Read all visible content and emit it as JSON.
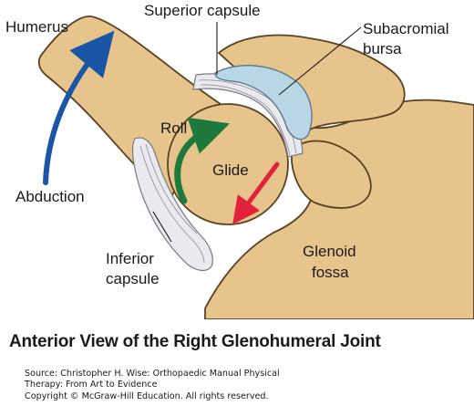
{
  "labels": {
    "humerus": "Humerus",
    "superior_capsule": "Superior capsule",
    "subacromial_bursa_line1": "Subacromial",
    "subacromial_bursa_line2": "bursa",
    "roll": "Roll",
    "glide": "Glide",
    "abduction": "Abduction",
    "inferior_capsule_line1": "Inferior",
    "inferior_capsule_line2": "capsule",
    "glenoid_fossa_line1": "Glenoid",
    "glenoid_fossa_line2": "fossa"
  },
  "caption": "Anterior View of the Right Glenohumeral Joint",
  "source": {
    "line1": "Source: Christopher H. Wise: Orthopaedic Manual Physical",
    "line2": "Therapy: From Art to Evidence",
    "line3": "Copyright © McGraw-Hill Education. All rights reserved."
  },
  "colors": {
    "bone": "#e6c48c",
    "bone_outline": "#5a4222",
    "capsule": "#e9e9ee",
    "bursa": "#b9d6e4",
    "abduction_arrow": "#1a55a6",
    "roll_arrow": "#1d7a3c",
    "glide_arrow": "#e2213a"
  }
}
